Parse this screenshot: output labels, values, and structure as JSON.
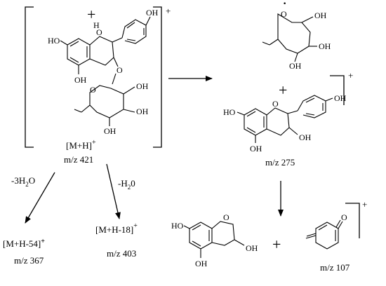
{
  "precursor": {
    "charge": "+",
    "ion_label": "[M+H]",
    "ion_charge": "+",
    "mz_label": "m/z 421",
    "atoms": {
      "oh_a7": "HO",
      "oh_b4": "OH",
      "oh_a5": "OH",
      "ring_o": "O",
      "ring_h": "H",
      "glyco_o": "O",
      "sugar_ring_o": "O",
      "sugar_oh1": "OH",
      "sugar_oh2": "OH",
      "sugar_oh3": "OH"
    }
  },
  "loss_water": {
    "edge_label": "-3H",
    "edge_sub": "2",
    "edge_tail": "O",
    "ion_label": "[M+H-54]",
    "ion_charge": "+",
    "mz_label": "m/z 367"
  },
  "loss_h2o": {
    "edge_label": "-H",
    "edge_sub": "2",
    "edge_tail": "0",
    "ion_label": "[M+H-18]",
    "ion_charge": "+",
    "mz_label": "m/z 403"
  },
  "sugar_fragment": {
    "radical": "·",
    "atoms": {
      "ring_o": "O",
      "oh1": "OH",
      "oh2": "OH",
      "oh3": "OH"
    }
  },
  "plus_sign": "+",
  "aglycone": {
    "charge": "+",
    "mz_label": "m/z 275",
    "atoms": {
      "oh_a7": "HO",
      "oh_b4": "OH",
      "oh_c3": "OH",
      "oh_a5": "OH",
      "ring_o": "O"
    }
  },
  "benzofuran": {
    "atoms": {
      "oh1": "HO",
      "oh2": "OH",
      "oh3": "OH",
      "ring_o": "O"
    }
  },
  "plus_sign_2": "+",
  "quinone_methide": {
    "charge": "+",
    "mz_label": "m/z 107",
    "atoms": {
      "ketone_o": "O"
    }
  }
}
